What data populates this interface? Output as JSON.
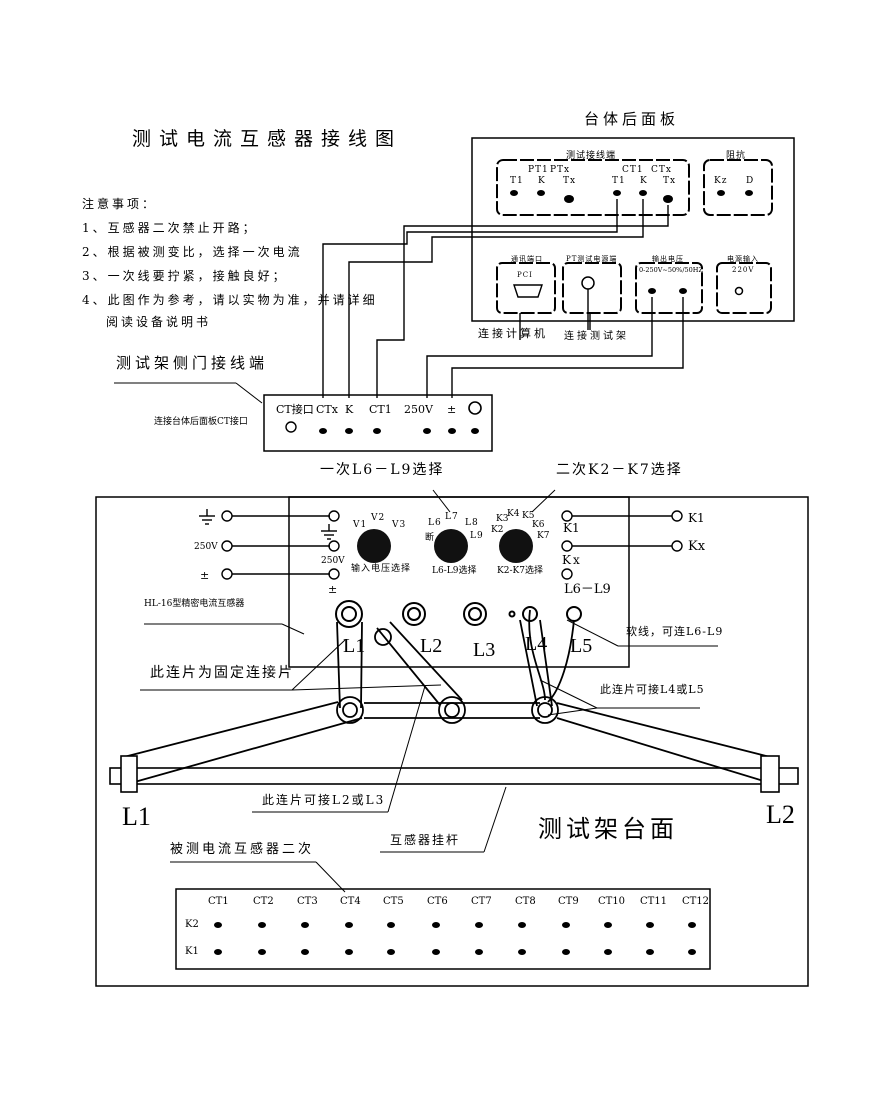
{
  "title": "测试电流互感器接线图",
  "rear_panel": {
    "title": "台体后面板",
    "test_terminal_label": "测试接线端",
    "group_labels": [
      "PT1",
      "PTx",
      "CT1",
      "CTx"
    ],
    "terminal_letters": [
      "T1",
      "K",
      "Tx",
      "T1",
      "K",
      "Tx"
    ],
    "impedance_label": "阻抗",
    "impedance_terms": [
      "Kz",
      "D"
    ],
    "pc_port_label": "通讯端口",
    "pc_port_text": "PCI",
    "pt_power_label": "PT测试电源端",
    "output_label": "输出电压",
    "output_text": "0-250V~50%/50HZ",
    "input_label": "电源输入",
    "input_text": "220V",
    "connect_pc": "连接计算机",
    "connect_rack": "连接测试架"
  },
  "notes": {
    "heading": "注意事项：",
    "items": [
      "1、互感器二次禁止开路；",
      "2、根据被测变比，选择一次电流",
      "3、一次线要拧紧，接触良好；",
      "4、此图作为参考，请以实物为准，并请详细",
      "阅读设备说明书"
    ]
  },
  "side_door": {
    "title": "测试架侧门接线端",
    "connect_text": "连接台体后面板CT接口",
    "headers": [
      "CT接口",
      "CTx",
      "K",
      "CT1",
      "250V",
      "±"
    ]
  },
  "selectors": {
    "primary": "一次L6－L9选择",
    "secondary": "二次K2－K7选择",
    "input_voltage": "输入电压选择",
    "l_select": "L6-L9选择",
    "k_select": "K2-K7选择",
    "v_labels": [
      "V1",
      "V2",
      "V3"
    ],
    "l_marks": [
      "L6",
      "L7",
      "L8",
      "L9",
      "断"
    ],
    "k_marks": [
      "K2",
      "K3",
      "K4",
      "K5",
      "K6",
      "K7"
    ]
  },
  "rack": {
    "left_terms": [
      "250V",
      "±"
    ],
    "mid_terms": [
      "250V",
      "±"
    ],
    "ct_model": "HL-16型精密电流互感器",
    "k_terms": [
      "K1",
      "Kx",
      "L6－L9"
    ],
    "right_terms": [
      "K1",
      "Kx"
    ],
    "l_labels": [
      "L1",
      "L2",
      "L3",
      "L4",
      "L5"
    ],
    "soft_wire": "软线，可连L6-L9",
    "fixed_strap": "此连片为固定连接片",
    "strap_l4_l5": "此连片可接L4或L5",
    "strap_l2_l3": "此连片可接L2或L3",
    "hanger": "互感器挂杆",
    "surface": "测试架台面",
    "end_labels": [
      "L1",
      "L2"
    ],
    "secondary_label": "被测电流互感器二次",
    "ct_headers": [
      "CT1",
      "CT2",
      "CT3",
      "CT4",
      "CT5",
      "CT6",
      "CT7",
      "CT8",
      "CT9",
      "CT10",
      "CT11",
      "CT12"
    ],
    "row_labels": [
      "K2",
      "K1"
    ]
  }
}
